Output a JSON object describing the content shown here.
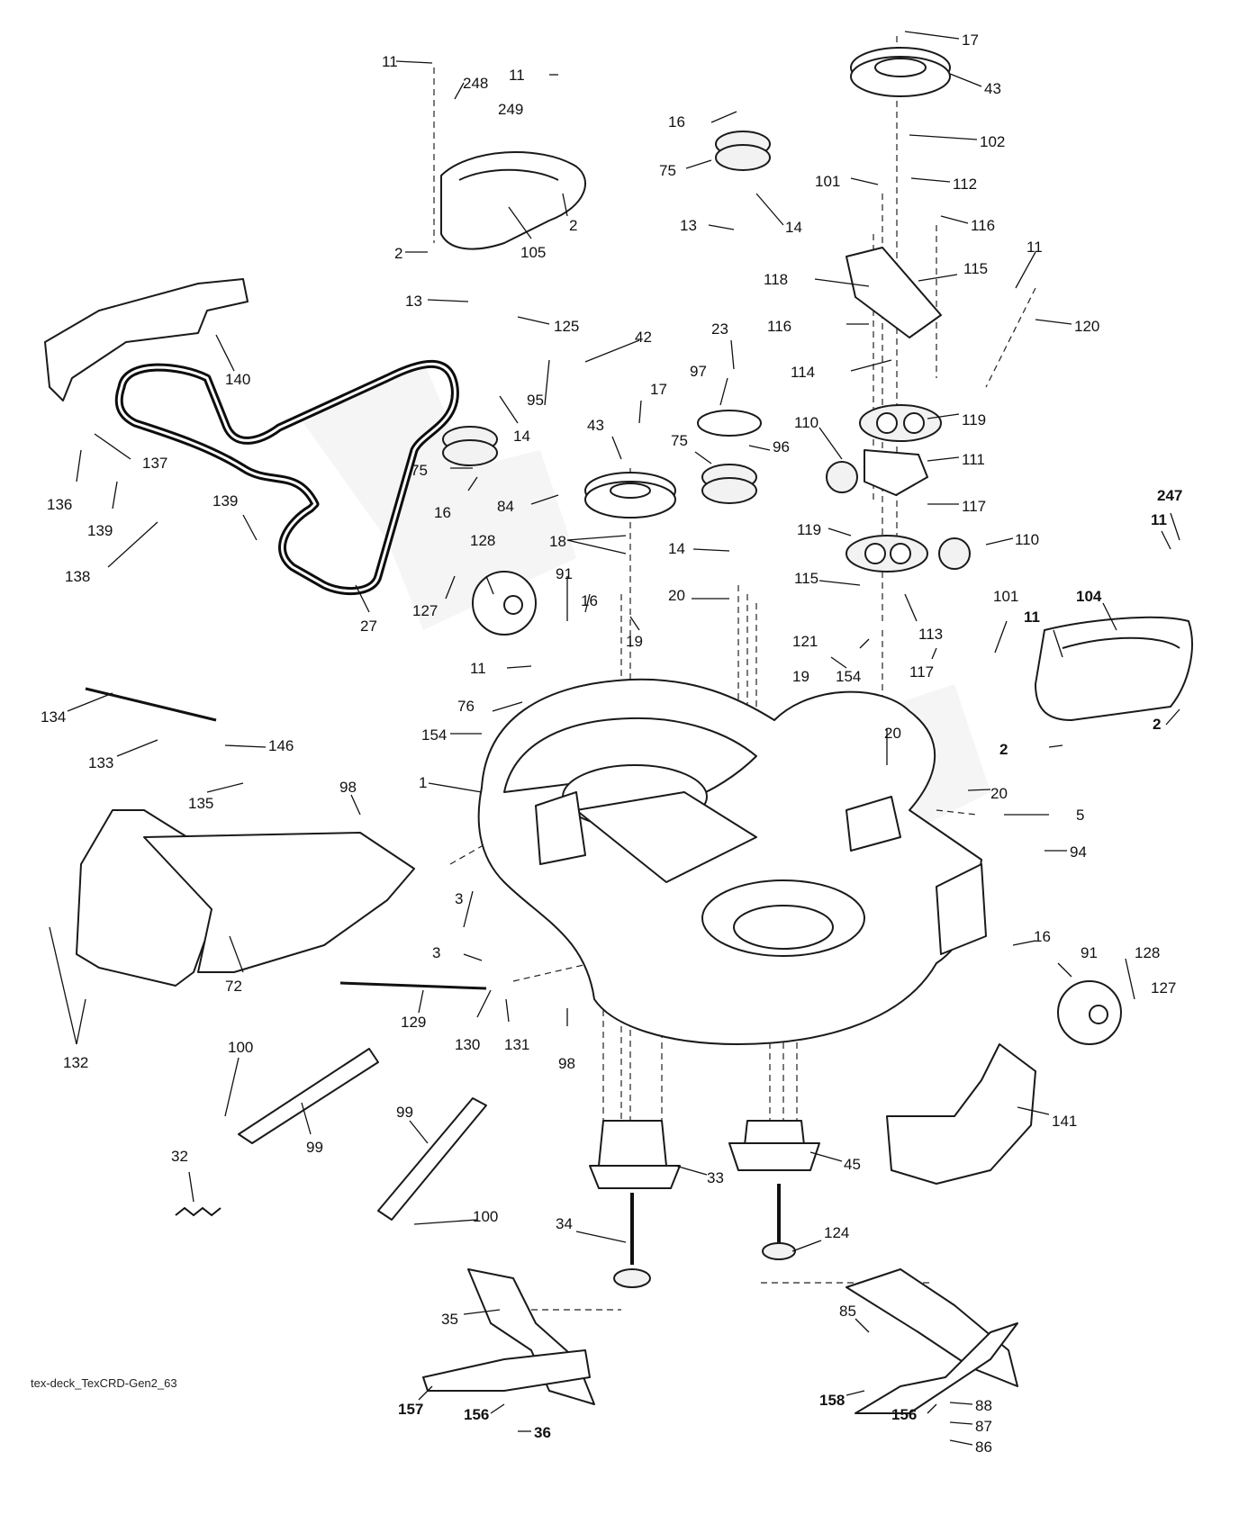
{
  "footer": {
    "drawing_id": "tex-deck_TexCRD-Gen2_63"
  },
  "callouts": [
    {
      "text": "11"
    },
    {
      "text": "248"
    },
    {
      "text": "11"
    },
    {
      "text": "249"
    },
    {
      "text": "2"
    },
    {
      "text": "105"
    },
    {
      "text": "2"
    },
    {
      "text": "16"
    },
    {
      "text": "75"
    },
    {
      "text": "14"
    },
    {
      "text": "13"
    },
    {
      "text": "17"
    },
    {
      "text": "43"
    },
    {
      "text": "102"
    },
    {
      "text": "101"
    },
    {
      "text": "112"
    },
    {
      "text": "116"
    },
    {
      "text": "118"
    },
    {
      "text": "115"
    },
    {
      "text": "11"
    },
    {
      "text": "116"
    },
    {
      "text": "120"
    },
    {
      "text": "114"
    },
    {
      "text": "140"
    },
    {
      "text": "13"
    },
    {
      "text": "125"
    },
    {
      "text": "42"
    },
    {
      "text": "95"
    },
    {
      "text": "14"
    },
    {
      "text": "75"
    },
    {
      "text": "16"
    },
    {
      "text": "137"
    },
    {
      "text": "136"
    },
    {
      "text": "139"
    },
    {
      "text": "139"
    },
    {
      "text": "138"
    },
    {
      "text": "27"
    },
    {
      "text": "23"
    },
    {
      "text": "97"
    },
    {
      "text": "96"
    },
    {
      "text": "75"
    },
    {
      "text": "17"
    },
    {
      "text": "43"
    },
    {
      "text": "84"
    },
    {
      "text": "18"
    },
    {
      "text": "14"
    },
    {
      "text": "119"
    },
    {
      "text": "110"
    },
    {
      "text": "111"
    },
    {
      "text": "117"
    },
    {
      "text": "119"
    },
    {
      "text": "110"
    },
    {
      "text": "247"
    },
    {
      "text": "11"
    },
    {
      "text": "128"
    },
    {
      "text": "91"
    },
    {
      "text": "16"
    },
    {
      "text": "127"
    },
    {
      "text": "19"
    },
    {
      "text": "20"
    },
    {
      "text": "115"
    },
    {
      "text": "113"
    },
    {
      "text": "101"
    },
    {
      "text": "104"
    },
    {
      "text": "11"
    },
    {
      "text": "121"
    },
    {
      "text": "117"
    },
    {
      "text": "19"
    },
    {
      "text": "154"
    },
    {
      "text": "11"
    },
    {
      "text": "76"
    },
    {
      "text": "154"
    },
    {
      "text": "134"
    },
    {
      "text": "146"
    },
    {
      "text": "133"
    },
    {
      "text": "135"
    },
    {
      "text": "2"
    },
    {
      "text": "2"
    },
    {
      "text": "20"
    },
    {
      "text": "98"
    },
    {
      "text": "1"
    },
    {
      "text": "20"
    },
    {
      "text": "5"
    },
    {
      "text": "94"
    },
    {
      "text": "3"
    },
    {
      "text": "3"
    },
    {
      "text": "16"
    },
    {
      "text": "91"
    },
    {
      "text": "128"
    },
    {
      "text": "127"
    },
    {
      "text": "72"
    },
    {
      "text": "129"
    },
    {
      "text": "130"
    },
    {
      "text": "131"
    },
    {
      "text": "98"
    },
    {
      "text": "132"
    },
    {
      "text": "100"
    },
    {
      "text": "99"
    },
    {
      "text": "141"
    },
    {
      "text": "99"
    },
    {
      "text": "33"
    },
    {
      "text": "45"
    },
    {
      "text": "32"
    },
    {
      "text": "100"
    },
    {
      "text": "34"
    },
    {
      "text": "124"
    },
    {
      "text": "35"
    },
    {
      "text": "85"
    },
    {
      "text": "157"
    },
    {
      "text": "156"
    },
    {
      "text": "36"
    },
    {
      "text": "158"
    },
    {
      "text": "156"
    },
    {
      "text": "88"
    },
    {
      "text": "87"
    },
    {
      "text": "86"
    }
  ]
}
